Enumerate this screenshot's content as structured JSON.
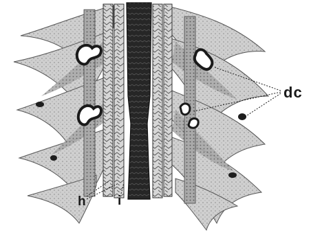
{
  "figure": {
    "labels": {
      "dc": "dc",
      "h": "h",
      "i": "i"
    },
    "colors": {
      "paper": "#ffffff",
      "ink": "#1a1a1a",
      "lamella": "#c9c9c9",
      "lamella_dark": "#9a9a9a",
      "central_axis": "#1c1c1c",
      "duct": "#ffffff"
    }
  }
}
